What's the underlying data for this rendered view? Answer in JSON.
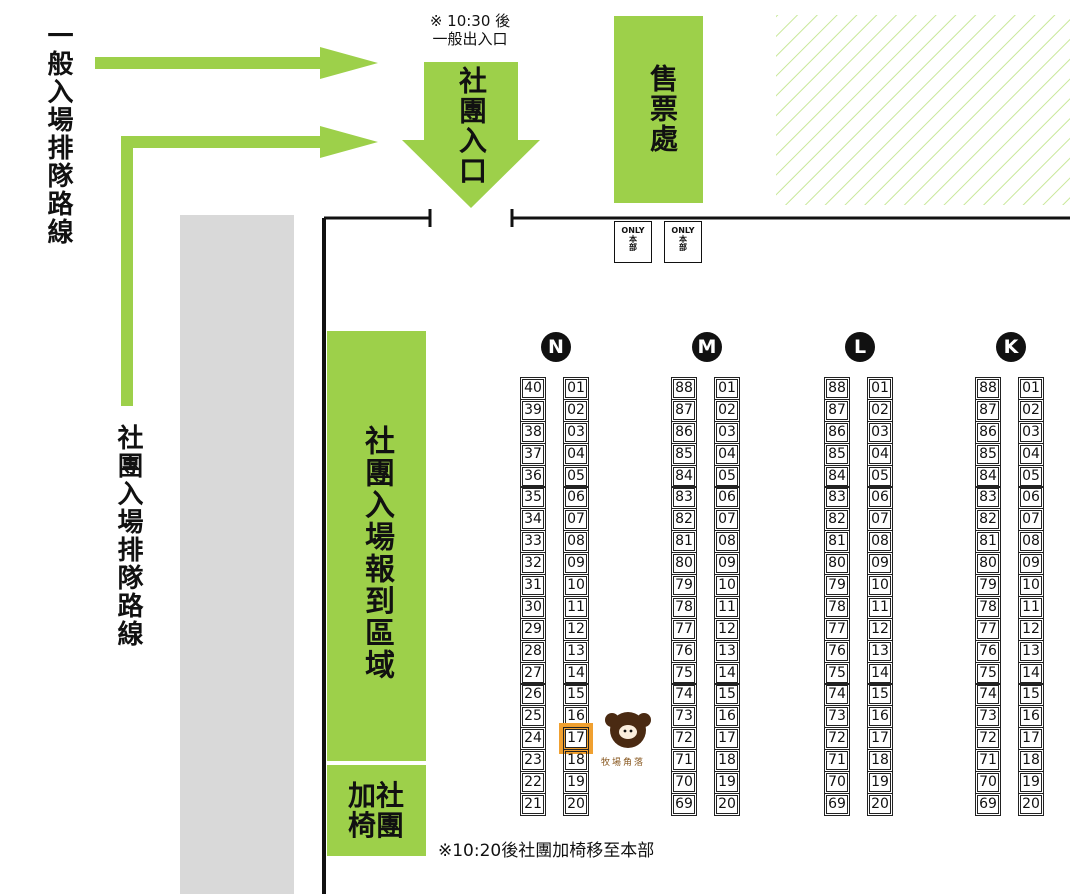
{
  "labels": {
    "general_queue": "一般入場排隊路線",
    "club_queue": "社團入場排隊路線",
    "club_entrance": "社團入口",
    "after_note_time": "※ 10:30 後",
    "after_note_text": "一般出入口",
    "ticket_booth": "售票處",
    "club_checkin": "社團入場報到區域",
    "extra_chairs": "加社椅團",
    "chair_note": "※10:20後社團加椅移至本部",
    "only_label": "ONLY",
    "only_sub": "本部",
    "mascot_label": "牧場角落"
  },
  "rows": [
    {
      "letter": "N",
      "left": [
        "40",
        "39",
        "38",
        "37",
        "36",
        "35",
        "34",
        "33",
        "32",
        "31",
        "30",
        "29",
        "28",
        "27",
        "26",
        "25",
        "24",
        "23",
        "22",
        "21"
      ],
      "right": [
        "01",
        "02",
        "03",
        "04",
        "05",
        "06",
        "07",
        "08",
        "09",
        "10",
        "11",
        "12",
        "13",
        "14",
        "15",
        "16",
        "17",
        "18",
        "19",
        "20"
      ]
    },
    {
      "letter": "M",
      "left": [
        "88",
        "87",
        "86",
        "85",
        "84",
        "83",
        "82",
        "81",
        "80",
        "79",
        "78",
        "77",
        "76",
        "75",
        "74",
        "73",
        "72",
        "71",
        "70",
        "69"
      ],
      "right": [
        "01",
        "02",
        "03",
        "04",
        "05",
        "06",
        "07",
        "08",
        "09",
        "10",
        "11",
        "12",
        "13",
        "14",
        "15",
        "16",
        "17",
        "18",
        "19",
        "20"
      ]
    },
    {
      "letter": "L",
      "left": [
        "88",
        "87",
        "86",
        "85",
        "84",
        "83",
        "82",
        "81",
        "80",
        "79",
        "78",
        "77",
        "76",
        "75",
        "74",
        "73",
        "72",
        "71",
        "70",
        "69"
      ],
      "right": [
        "01",
        "02",
        "03",
        "04",
        "05",
        "06",
        "07",
        "08",
        "09",
        "10",
        "11",
        "12",
        "13",
        "14",
        "15",
        "16",
        "17",
        "18",
        "19",
        "20"
      ]
    },
    {
      "letter": "K",
      "left": [
        "88",
        "87",
        "86",
        "85",
        "84",
        "83",
        "82",
        "81",
        "80",
        "79",
        "78",
        "77",
        "76",
        "75",
        "74",
        "73",
        "72",
        "71",
        "70",
        "69"
      ],
      "right": [
        "01",
        "02",
        "03",
        "04",
        "05",
        "06",
        "07",
        "08",
        "09",
        "10",
        "11",
        "12",
        "13",
        "14",
        "15",
        "16",
        "17",
        "18",
        "19",
        "20"
      ]
    }
  ],
  "highlight": {
    "row": "N",
    "booth": "17",
    "color": "#f0a030"
  },
  "colors": {
    "green": "#9dd04a",
    "gray": "#d9d9d9",
    "hatch": "#c9e89a"
  }
}
